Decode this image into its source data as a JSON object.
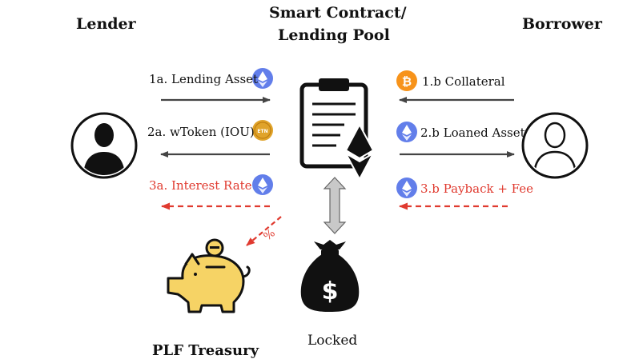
{
  "headings": {
    "lender": "Lender",
    "contract_line1": "Smart Contract/",
    "contract_line2": "Lending Pool",
    "borrower": "Borrower"
  },
  "labels": {
    "lending_asset": "1a. Lending Asset",
    "wtoken": "2a. wToken (IOU)",
    "interest_rate": "3a. Interest Rate",
    "collateral": "1.b Collateral",
    "loaned_asset": "2.b Loaned Asset",
    "payback_fee": "3.b Payback + Fee",
    "percent": "%",
    "treasury": "PLF Treasury",
    "locked": "Locked"
  },
  "coin_glyphs": {
    "bitcoin": "₿",
    "etn": "ETN"
  },
  "colors": {
    "arrow_dark": "#444444",
    "arrow_red": "#e03a2f",
    "ethereum": "#627eea",
    "bitcoin": "#f7931a",
    "etn_coin": "#e0a32a",
    "piggy": "#f6d365",
    "vertical_arrow": "#c8c8c8"
  },
  "icons": [
    "person-icon",
    "contract-icon",
    "ethereum-icon",
    "bitcoin-icon",
    "etn-coin-icon",
    "piggy-bank-icon",
    "money-bag-icon"
  ]
}
